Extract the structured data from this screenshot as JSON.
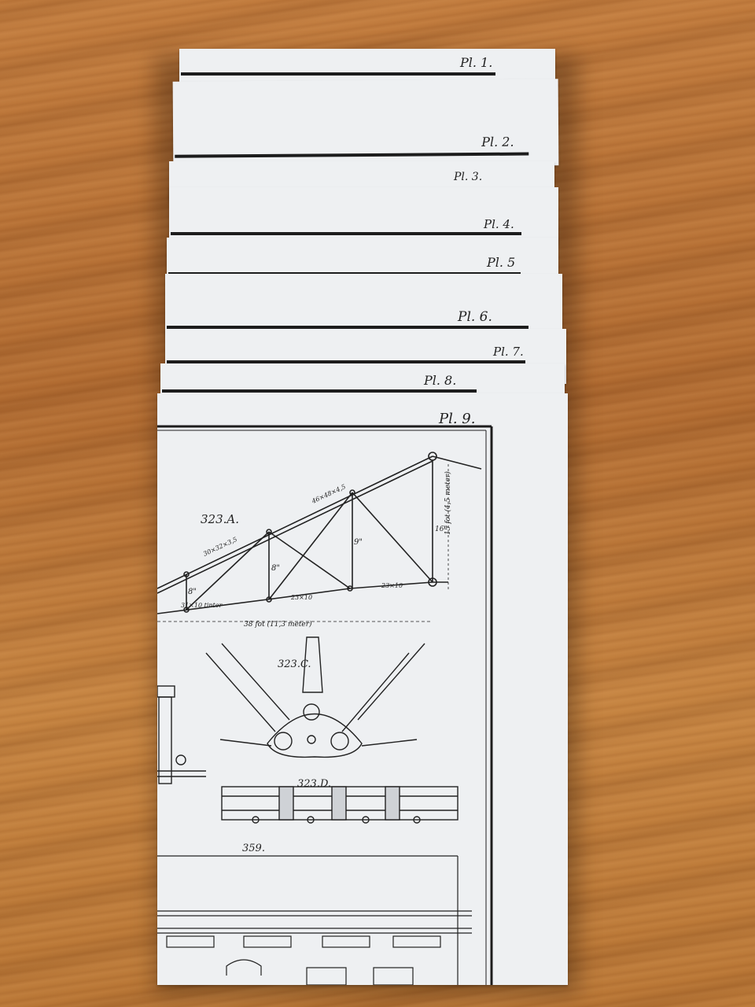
{
  "plates": [
    {
      "label": "Pl. 1."
    },
    {
      "label": "Pl. 2."
    },
    {
      "label": "Pl. 3."
    },
    {
      "label": "Pl. 4."
    },
    {
      "label": "Pl. 5"
    },
    {
      "label": "Pl. 6."
    },
    {
      "label": "Pl. 7."
    },
    {
      "label": "Pl. 8."
    },
    {
      "label": "Pl. 9."
    }
  ],
  "drawing": {
    "fig_truss": "323.A.",
    "fig_joint": "323.C.",
    "fig_beam": "323.D.",
    "fig_facade": "359.",
    "span_text": "38 fot (11,3 meter)",
    "height_text": "15 fot (4,5 meter)",
    "dim_16": "16\"",
    "dim_9": "9\"",
    "dim_8a": "8\"",
    "dim_8b": "8\"",
    "chord_top_1": "30×32×3,5",
    "chord_top_2": "46×48×4,5",
    "chord_bot_1": "31×10 tinter",
    "chord_bot_2": "23×10",
    "chord_bot_3": "23×10"
  },
  "colors": {
    "paper": "#eef0f2",
    "ink": "#1d1d1d",
    "wood": "#b9743a"
  }
}
